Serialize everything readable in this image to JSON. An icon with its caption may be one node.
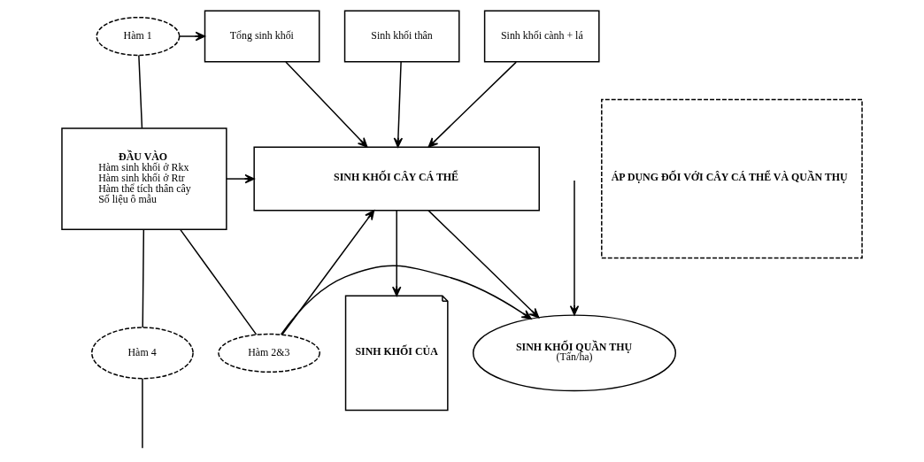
{
  "diagram": {
    "nodes": [
      {
        "text": [
          "Hàm 1"
        ]
      },
      {
        "text": [
          "Tổng sinh khối"
        ]
      },
      {
        "text": [
          "Sinh khối thân"
        ]
      },
      {
        "text": [
          "Sinh khối cành + lá"
        ]
      },
      {
        "text": [
          "ĐẦU VÀO",
          "Hàm sinh khối ở Rkx",
          "Hàm sinh khối ở Rtr",
          "Hàm thể tích thân cây",
          "Số liệu ô mẫu"
        ]
      },
      {
        "text": [
          "SINH KHỐI CÂY CÁ THỂ"
        ]
      },
      {
        "text": [
          "Hàm 2&3"
        ]
      },
      {
        "text": [
          "SINH KHỐI QUẦN THỤ",
          "(Tấn/ha)"
        ]
      },
      {
        "text": [
          "SINH KHỐI CỦA"
        ]
      },
      {
        "text": [
          "Hàm 4"
        ]
      },
      {
        "text": [
          "ÁP DỤNG ĐỐI VỚI CÂY CÁ THỂ VÀ QUẦN THỤ"
        ]
      }
    ],
    "edges": [
      {
        "from": 4,
        "to": 0,
        "arrow": "none"
      },
      {
        "from": 0,
        "to": 1,
        "arrow": "to"
      },
      {
        "from": 1,
        "to": 5,
        "arrow": "to"
      },
      {
        "from": 2,
        "to": 5,
        "arrow": "to"
      },
      {
        "from": 3,
        "to": 5,
        "arrow": "to"
      },
      {
        "from": 4,
        "to": 5,
        "arrow": "to"
      },
      {
        "from": 4,
        "to": 6,
        "arrow": "none"
      },
      {
        "from": 6,
        "to": 5,
        "arrow": "to"
      },
      {
        "from": 6,
        "to": 7,
        "arrow": "to"
      },
      {
        "from": 5,
        "to": 7,
        "arrow": "to"
      },
      {
        "from": 5,
        "to": 8,
        "arrow": "to"
      },
      {
        "from": 4,
        "to": 9,
        "arrow": "none"
      },
      {
        "from": 9,
        "to": null,
        "arrow": "none"
      },
      {
        "from": null,
        "to": 7,
        "arrow": "to"
      }
    ]
  }
}
